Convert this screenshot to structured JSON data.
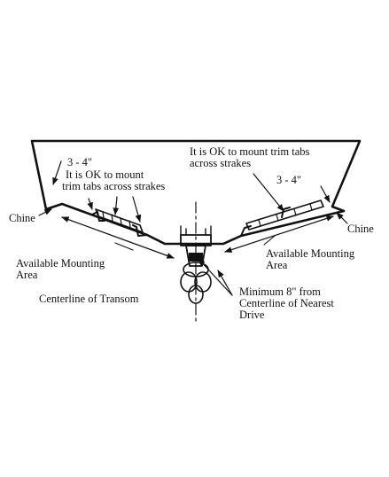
{
  "labels": {
    "dim_left": "3 - 4\"",
    "ok_left_1": "It is OK to mount",
    "ok_left_2": "trim tabs across strakes",
    "ok_right_1": "It is OK to mount trim tabs",
    "ok_right_2": "across strakes",
    "dim_right": "3 - 4\"",
    "chine_left": "Chine",
    "chine_right": "Chine",
    "avail_left_1": "Available Mounting",
    "avail_left_2": "Area",
    "avail_right_1": "Available Mounting",
    "avail_right_2": "Area",
    "centerline": "Centerline of Transom",
    "min_1": "Minimum 8\" from",
    "min_2": "Centerline of  Nearest",
    "min_3": "Drive"
  }
}
